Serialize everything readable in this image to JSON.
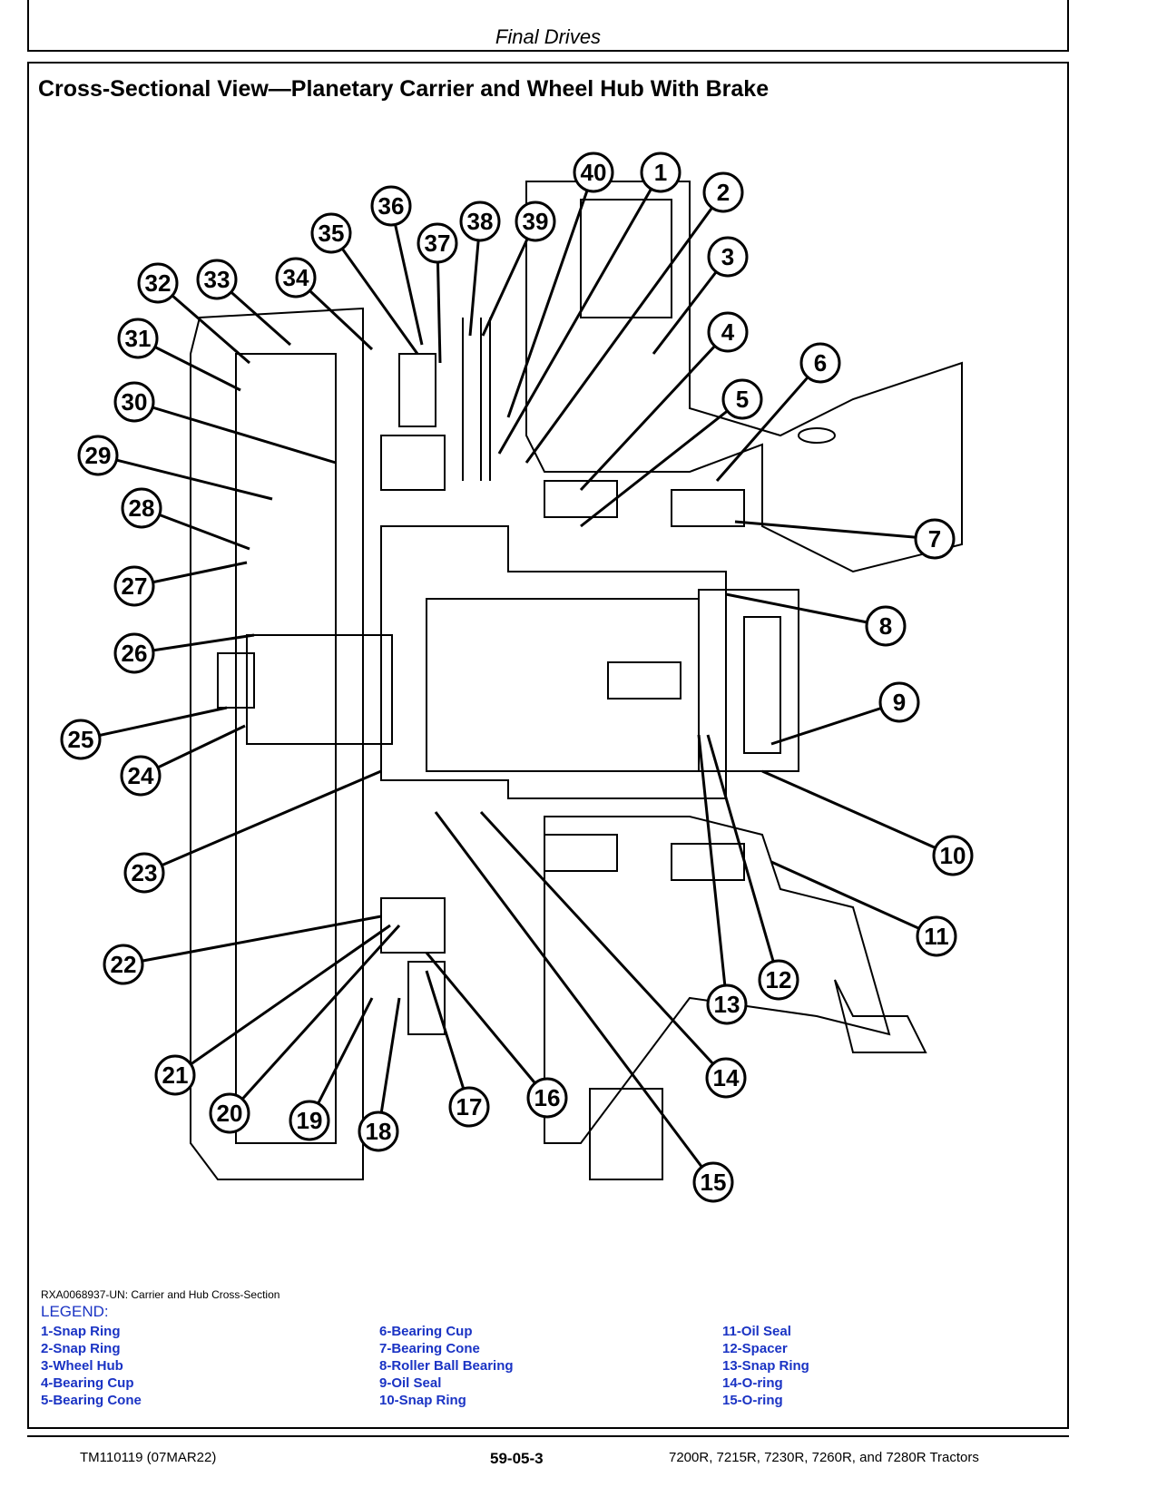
{
  "header": {
    "title": "Final Drives"
  },
  "section_title": "Cross-Sectional View—Planetary Carrier and Wheel Hub With Brake",
  "figure": {
    "callouts": [
      "1",
      "2",
      "3",
      "4",
      "5",
      "6",
      "7",
      "8",
      "9",
      "10",
      "11",
      "12",
      "13",
      "14",
      "15",
      "16",
      "17",
      "18",
      "19",
      "20",
      "21",
      "22",
      "23",
      "24",
      "25",
      "26",
      "27",
      "28",
      "29",
      "30",
      "31",
      "32",
      "33",
      "34",
      "35",
      "36",
      "37",
      "38",
      "39",
      "40"
    ],
    "caption": "RXA0068937-UN: Carrier and Hub Cross-Section"
  },
  "legend": {
    "heading": "LEGEND:",
    "col1": [
      "1-Snap Ring",
      "2-Snap Ring",
      "3-Wheel Hub",
      "4-Bearing Cup",
      "5-Bearing Cone"
    ],
    "col2": [
      "6-Bearing Cup",
      "7-Bearing Cone",
      "8-Roller Ball Bearing",
      "9-Oil Seal",
      "10-Snap Ring"
    ],
    "col3": [
      "11-Oil Seal",
      "12-Spacer",
      "13-Snap Ring",
      "14-O-ring",
      "15-O-ring"
    ]
  },
  "footer": {
    "left": "TM110119 (07MAR22)",
    "center": "59-05-3",
    "right": "7200R, 7215R, 7230R, 7260R, and 7280R Tractors"
  },
  "colors": {
    "legend_text": "#1a33c4"
  }
}
